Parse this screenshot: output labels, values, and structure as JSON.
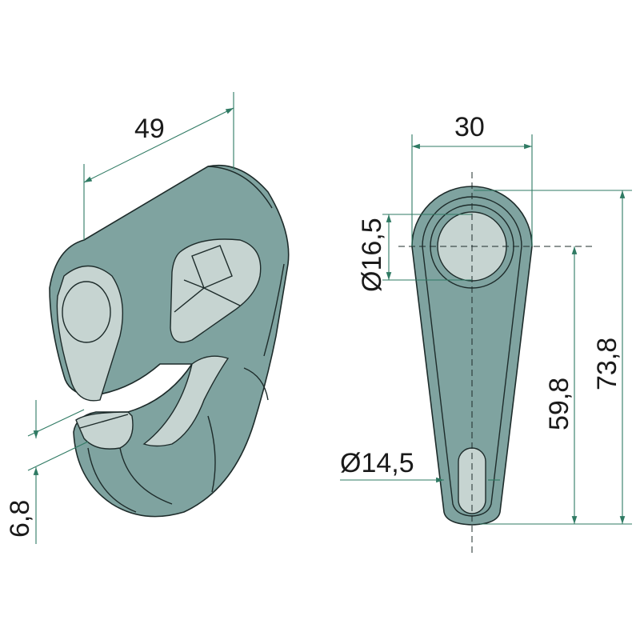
{
  "drawing": {
    "iso_view": {
      "width_label": "49",
      "thickness_label": "6,8"
    },
    "side_view": {
      "width_label": "30",
      "hole_diameter_label": "Ø16,5",
      "slot_diameter_label": "Ø14,5",
      "hole_to_bottom_label": "59,8",
      "total_length_label": "73,8"
    },
    "colors": {
      "part": "#7fa3a0",
      "part_highlight": "#c6d4d1",
      "dimension": "#2f7a63"
    }
  }
}
